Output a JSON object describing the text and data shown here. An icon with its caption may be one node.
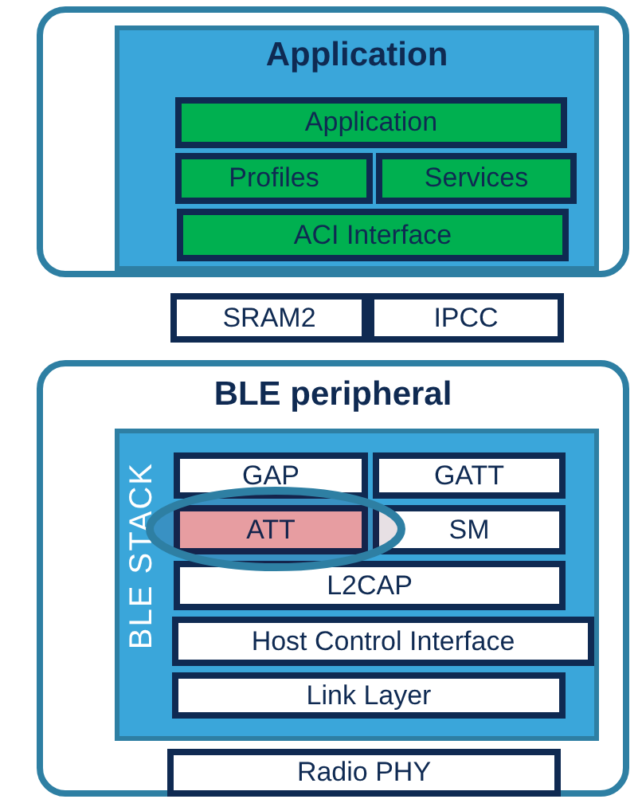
{
  "diagram": {
    "nodes": [
      {
        "text": [],
        "shape": "box"
      },
      {
        "text": [
          "Application"
        ],
        "in": 0
      },
      {
        "text": [
          "Application"
        ],
        "in": 1
      },
      {
        "text": [
          "Profiles"
        ],
        "in": 1
      },
      {
        "text": [
          "Services"
        ],
        "in": 1
      },
      {
        "text": [
          "ACI Interface"
        ],
        "in": 1
      },
      {
        "text": [
          "SRAM2"
        ]
      },
      {
        "text": [
          "IPCC"
        ]
      },
      {
        "text": [
          "BLE peripheral"
        ]
      },
      {
        "text": [
          "BLE STACK"
        ],
        "in": 8
      },
      {
        "text": [
          "GAP"
        ],
        "in": 9
      },
      {
        "text": [
          "GATT"
        ],
        "in": 9
      },
      {
        "text": [
          "ATT"
        ],
        "in": 9
      },
      {
        "text": [
          "SM"
        ],
        "in": 9
      },
      {
        "text": [
          "L2CAP"
        ],
        "in": 9
      },
      {
        "text": [
          "Host Control Interface"
        ],
        "in": 9
      },
      {
        "text": [
          "Link Layer"
        ],
        "in": 9
      },
      {
        "text": [
          "Radio PHY"
        ],
        "in": 8
      }
    ],
    "edges": []
  }
}
